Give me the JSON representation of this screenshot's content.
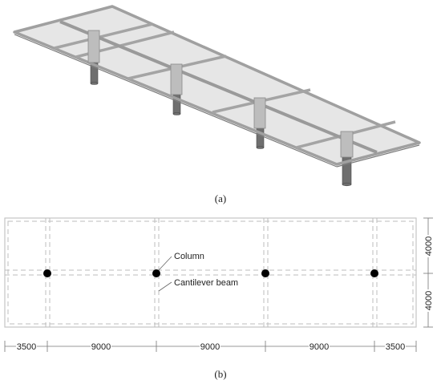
{
  "panel_a": {
    "caption": "(a)"
  },
  "panel_b": {
    "caption": "(b)",
    "labels": {
      "column": "Column",
      "cantilever_beam": "Cantilever beam"
    },
    "spans": [
      "3500",
      "9000",
      "9000",
      "9000",
      "3500"
    ],
    "widths": [
      "4000",
      "4000"
    ]
  }
}
